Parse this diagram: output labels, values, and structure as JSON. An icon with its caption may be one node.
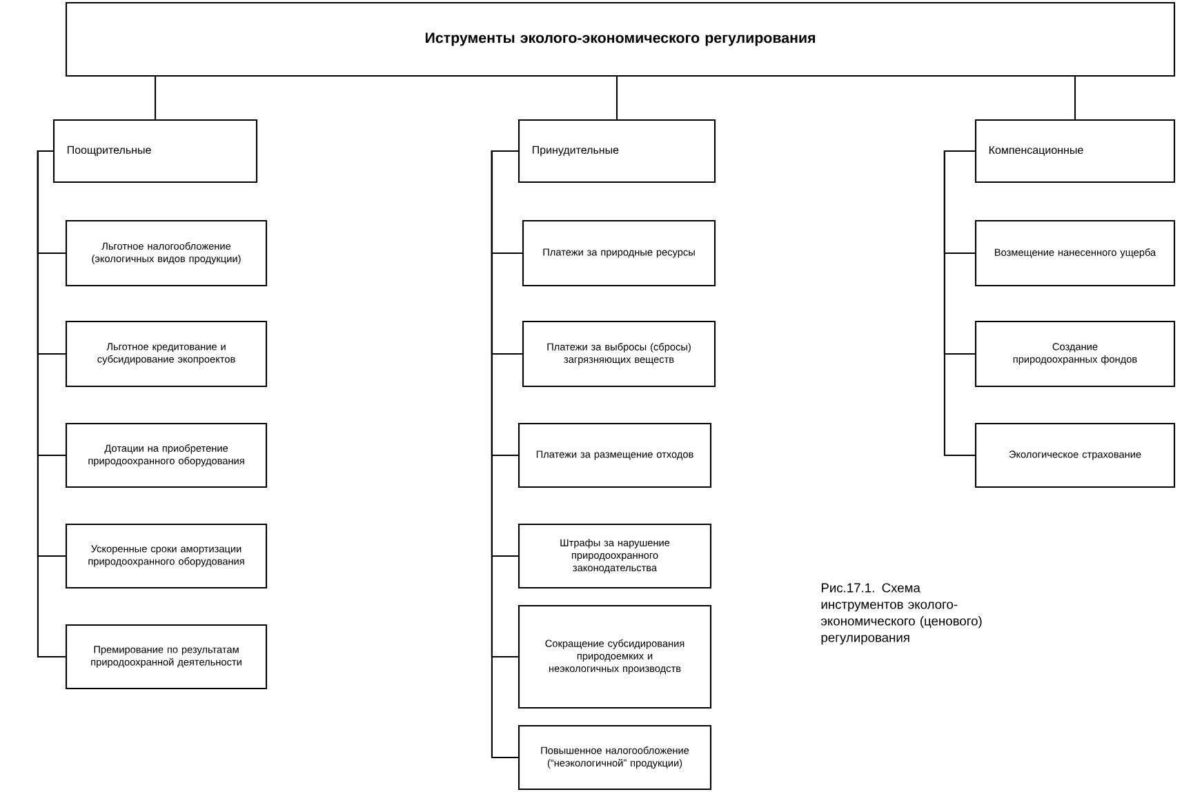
{
  "diagram": {
    "caption": "Рис.17.1. Схема инструментов эколого-экономического (ценового) регулирования",
    "nodes": [
      {
        "text": [
          "Иструменты эколого-экономического регулирования"
        ]
      },
      {
        "text": [
          "Поощрительные"
        ]
      },
      {
        "text": [
          "Принудительные"
        ]
      },
      {
        "text": [
          "Компенсационные"
        ]
      },
      {
        "text": [
          "Льготное налогообложение (экологичных видов продукции)"
        ]
      },
      {
        "text": [
          "Льготное кредитование и субсидирование экопроектов"
        ]
      },
      {
        "text": [
          "Дотации на приобретение природоохранного оборудования"
        ]
      },
      {
        "text": [
          "Ускоренные сроки амортизации природоохранного оборудования"
        ]
      },
      {
        "text": [
          "Премирование по результатам природоохранной деятельности"
        ]
      },
      {
        "text": [
          "Платежи за природные ресурсы"
        ]
      },
      {
        "text": [
          "Платежи за выбросы (сбросы) загрязняющих веществ"
        ]
      },
      {
        "text": [
          "Платежи за размещение отходов"
        ]
      },
      {
        "text": [
          "Штрафы за нарушение природоохранного законодательства"
        ]
      },
      {
        "text": [
          "Сокращение субсидирования природоемких и неэкологичных производств"
        ]
      },
      {
        "text": [
          "Повышенное налогообложение (“неэкологичной” продукции)"
        ]
      },
      {
        "text": [
          "Возмещение нанесенного ущерба"
        ]
      },
      {
        "text": [
          "Создание природоохранных фондов"
        ]
      },
      {
        "text": [
          "Экологическое страхование"
        ]
      }
    ],
    "edges": [
      {
        "from": 0,
        "to": 1,
        "arrow": "none"
      },
      {
        "from": 0,
        "to": 2,
        "arrow": "none"
      },
      {
        "from": 0,
        "to": 3,
        "arrow": "none"
      },
      {
        "from": 1,
        "to": 4,
        "arrow": "none"
      },
      {
        "from": 1,
        "to": 5,
        "arrow": "none"
      },
      {
        "from": 1,
        "to": 6,
        "arrow": "none"
      },
      {
        "from": 1,
        "to": 7,
        "arrow": "none"
      },
      {
        "from": 1,
        "to": 8,
        "arrow": "none"
      },
      {
        "from": 2,
        "to": 9,
        "arrow": "none"
      },
      {
        "from": 2,
        "to": 10,
        "arrow": "none"
      },
      {
        "from": 2,
        "to": 11,
        "arrow": "none"
      },
      {
        "from": 2,
        "to": 12,
        "arrow": "none"
      },
      {
        "from": 2,
        "to": 13,
        "arrow": "none"
      },
      {
        "from": 2,
        "to": 14,
        "arrow": "none"
      },
      {
        "from": 3,
        "to": 15,
        "arrow": "none"
      },
      {
        "from": 3,
        "to": 16,
        "arrow": "none"
      },
      {
        "from": 3,
        "to": 17,
        "arrow": "none"
      }
    ]
  }
}
